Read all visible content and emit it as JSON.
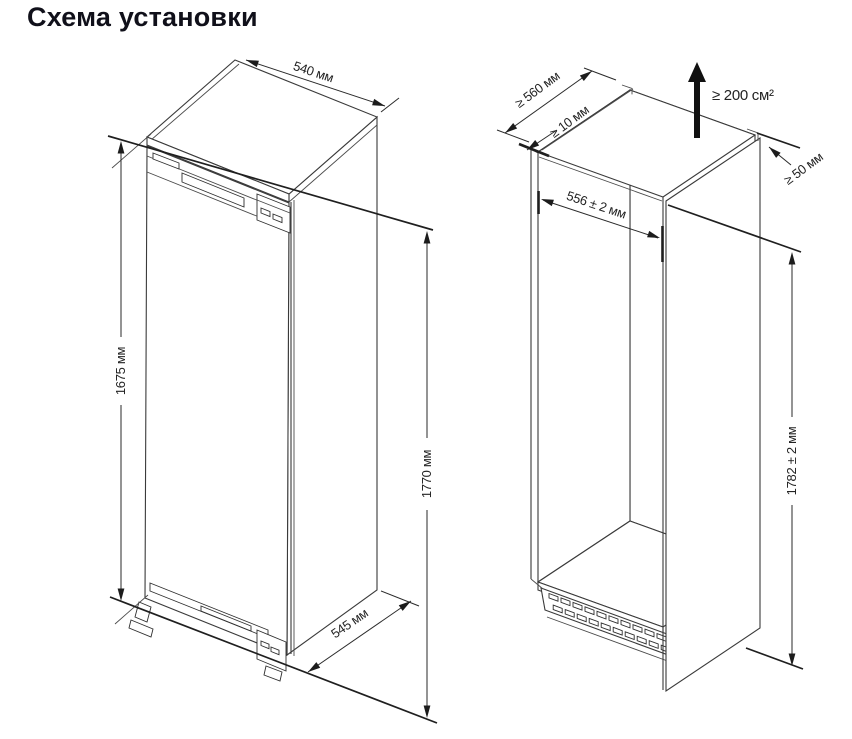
{
  "title": "Схема установки",
  "colors": {
    "background": "#ffffff",
    "line": "#3a3a3a",
    "text": "#232323",
    "arrow": "#1c1c1c"
  },
  "unit_diagram": {
    "top_width": "540 мм",
    "door_height": "1675 мм",
    "overall_height": "1770 мм",
    "bottom_depth": "545 мм"
  },
  "niche_diagram": {
    "depth_min": "≥ 560 мм",
    "front_gap_min": "≥ 10 мм",
    "vent_area_min": "≥ 200 см²",
    "top_rear_clearance_min": "≥ 50 мм",
    "inner_width": "556 ± 2 мм",
    "inner_height": "1782 ± 2 мм"
  }
}
